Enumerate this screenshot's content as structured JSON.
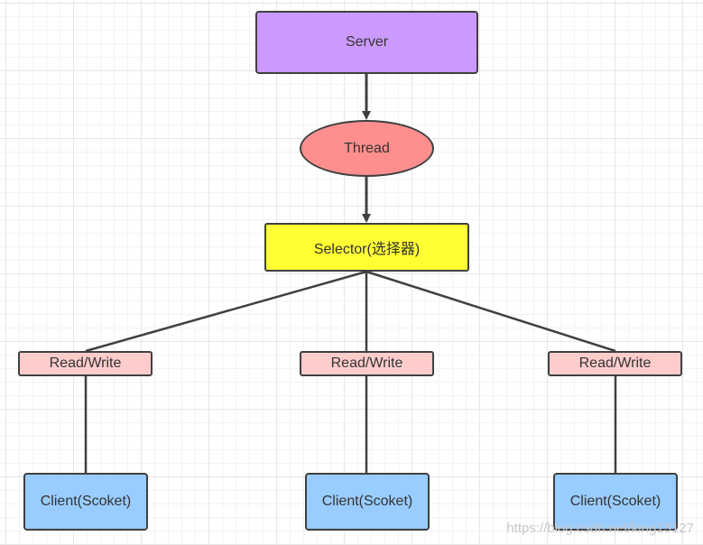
{
  "colors": {
    "server_fill": "#cc99ff",
    "thread_fill": "#ff8f8f",
    "selector_fill": "#ffff33",
    "read_write_fill": "#ffcccc",
    "client_fill": "#99ccff",
    "line_color": "#404040"
  },
  "nodes": {
    "server": "Server",
    "thread": "Thread",
    "selector": "Selector(选择器)",
    "read_write": [
      "Read/Write",
      "Read/Write",
      "Read/Write"
    ],
    "clients": [
      "Client(Scoket)",
      "Client(Scoket)",
      "Client(Scoket)"
    ]
  },
  "edges": [
    {
      "from": "server",
      "to": "thread",
      "arrow": true
    },
    {
      "from": "thread",
      "to": "selector",
      "arrow": true
    },
    {
      "from": "selector",
      "to": "read-write-1",
      "arrow": false
    },
    {
      "from": "selector",
      "to": "read-write-2",
      "arrow": false
    },
    {
      "from": "selector",
      "to": "read-write-3",
      "arrow": false
    },
    {
      "from": "read-write-1",
      "to": "client-1",
      "arrow": false
    },
    {
      "from": "read-write-2",
      "to": "client-2",
      "arrow": false
    },
    {
      "from": "read-write-3",
      "to": "client-3",
      "arrow": false
    }
  ],
  "watermark": "https://blog.csdn.net/king13127"
}
